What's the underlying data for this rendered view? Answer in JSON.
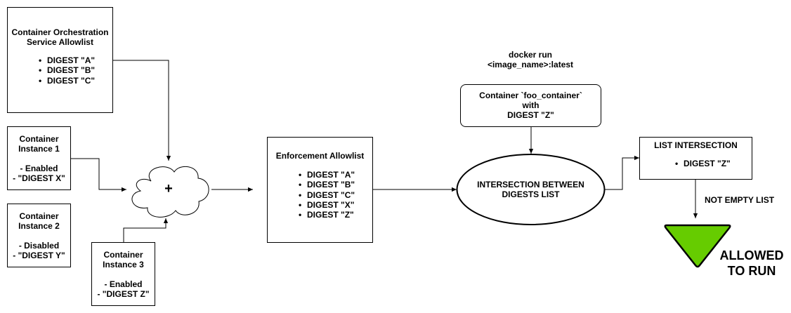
{
  "orchestration": {
    "title_line1": "Container Orchestration",
    "title_line2": "Service Allowlist",
    "items": [
      "DIGEST \"A\"",
      "DIGEST \"B\"",
      "DIGEST \"C\""
    ]
  },
  "instance1": {
    "line1": "Container",
    "line2": "Instance 1",
    "status": "- Enabled",
    "digest": "- \"DIGEST X\""
  },
  "instance2": {
    "line1": "Container",
    "line2": "Instance 2",
    "status": "- Disabled",
    "digest": "- \"DIGEST Y\""
  },
  "instance3": {
    "line1": "Container",
    "line2": "Instance 3",
    "status": "- Enabled",
    "digest": "- \"DIGEST Z\""
  },
  "merge": {
    "symbol": "+"
  },
  "enforcement": {
    "title": "Enforcement Allowlist",
    "items": [
      "DIGEST \"A\"",
      "DIGEST \"B\"",
      "DIGEST \"C\"",
      "DIGEST \"X\"",
      "DIGEST \"Z\""
    ]
  },
  "docker": {
    "line1": "docker run",
    "line2": "<image_name>:latest"
  },
  "container": {
    "line1": "Container `foo_container`",
    "line2": "with",
    "line3": "DIGEST \"Z\""
  },
  "intersection": {
    "line1": "INTERSECTION BETWEEN",
    "line2": "DIGESTS LIST"
  },
  "result": {
    "title": "LIST INTERSECTION",
    "items": [
      "DIGEST \"Z\""
    ]
  },
  "condition": {
    "label": "NOT EMPTY LIST"
  },
  "outcome": {
    "line1": "ALLOWED",
    "line2": "TO RUN",
    "color": "#66cc00"
  }
}
